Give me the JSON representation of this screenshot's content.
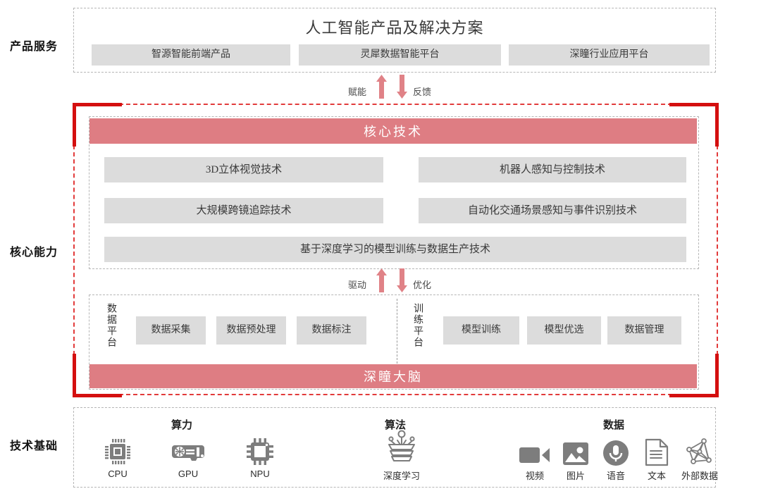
{
  "tiers": [
    {
      "id": "product",
      "label": "产品服务"
    },
    {
      "id": "core",
      "label": "核心能力"
    },
    {
      "id": "base",
      "label": "技术基础"
    }
  ],
  "product": {
    "title": "人工智能产品及解决方案",
    "items": [
      {
        "label": "智源智能前端产品"
      },
      {
        "label": "灵犀数据智能平台"
      },
      {
        "label": "深瞳行业应用平台"
      }
    ]
  },
  "arrows_top": {
    "up_label": "赋能",
    "down_label": "反馈"
  },
  "arrows_middle": {
    "up_label": "驱动",
    "down_label": "优化"
  },
  "core_tech": {
    "band_label": "核心技术",
    "items": [
      {
        "label": "3D立体视觉技术"
      },
      {
        "label": "机器人感知与控制技术"
      },
      {
        "label": "大规模跨镜追踪技术"
      },
      {
        "label": "自动化交通场景感知与事件识别技术"
      },
      {
        "label": "基于深度学习的模型训练与数据生产技术"
      }
    ]
  },
  "platform": {
    "data_platform": {
      "vertical_label": "数据平台",
      "items": [
        {
          "label": "数据采集"
        },
        {
          "label": "数据预处理"
        },
        {
          "label": "数据标注"
        }
      ]
    },
    "training_platform": {
      "vertical_label": "训练平台",
      "items": [
        {
          "label": "模型训练"
        },
        {
          "label": "模型优选"
        },
        {
          "label": "数据管理"
        }
      ]
    },
    "brain_band_label": "深瞳大脑"
  },
  "tech_base": {
    "groups": [
      {
        "title": "算力"
      },
      {
        "title": "算法"
      },
      {
        "title": "数据"
      }
    ],
    "compute_items": [
      {
        "label": "CPU",
        "icon": "cpu-chip-icon"
      },
      {
        "label": "GPU",
        "icon": "graphics-card-icon"
      },
      {
        "label": "NPU",
        "icon": "npu-chip-icon"
      }
    ],
    "algorithm_items": [
      {
        "label": "深度学习",
        "icon": "neural-network-icon"
      }
    ],
    "data_items": [
      {
        "label": "视频",
        "icon": "video-camera-icon"
      },
      {
        "label": "图片",
        "icon": "image-picture-icon"
      },
      {
        "label": "语音",
        "icon": "microphone-icon"
      },
      {
        "label": "文本",
        "icon": "document-text-icon"
      },
      {
        "label": "外部数据",
        "icon": "network-graph-icon"
      }
    ]
  },
  "colors": {
    "accent_red": "#d40f0f",
    "band_red": "#de7d83",
    "arrow_red": "#e08287",
    "chip_gray": "#dcdcdc",
    "dash_gray": "#b6b6b6"
  }
}
